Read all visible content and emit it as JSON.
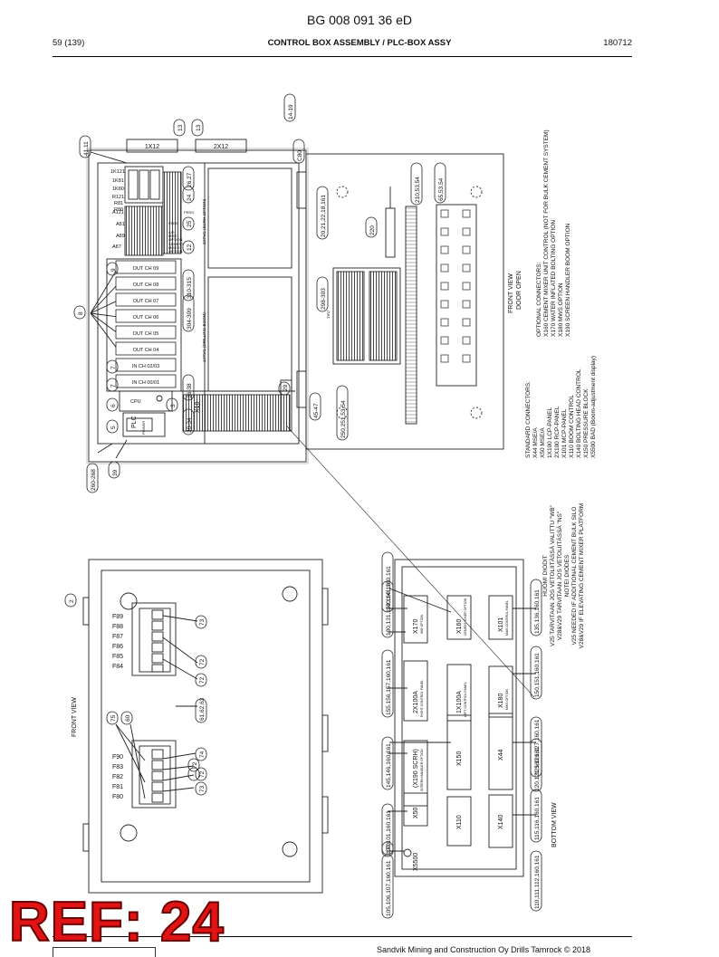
{
  "header": {
    "doc_number": "BG 008 091 36 eD",
    "page": "59 (139)",
    "title": "CONTROL BOX ASSEMBLY / PLC-BOX ASSY",
    "date": "180712"
  },
  "footer": {
    "copyright": "Sandvik Mining and Construction Oy Drills Tamrock © 2018"
  },
  "stamp": {
    "text": "REF: 24"
  },
  "callouts": {
    "c41_11": "41,11",
    "c13a": "13",
    "c13b": "13",
    "c14_19": "14-19",
    "c1x12": "1X12",
    "c2x12": "2X12",
    "c80": "C80",
    "c24": "24",
    "c26_27": "26,27",
    "c25": "25",
    "c12": "12",
    "c9": "9",
    "c8": "8",
    "c7a": "7",
    "c7b": "7",
    "c6": "6",
    "c5": "5",
    "c3": "3",
    "c310_315": "310-315",
    "c304_309": "304-309",
    "c36_38": "36-38",
    "c30_34": "30-34",
    "c29": "29",
    "c45_47": "45-47",
    "c20_161": "20,21,22,18,161",
    "c220": "220",
    "c210": "210,53,54",
    "c65": "65,53,54",
    "c298": "298-303",
    "c250": "250,251,53,54",
    "c39": "39",
    "c260": "260-268",
    "c2": "2",
    "c73a": "73",
    "c72a": "72",
    "c72b": "72",
    "c75": "75",
    "c60": "60",
    "c61": "61,62,63",
    "c74": "74",
    "c72c": "72",
    "c72d": "72",
    "c73b": "73",
    "c170": "170",
    "c140": "140,141,160,161",
    "c130": "130,131,132,160,161",
    "c135": "135,136,160,161",
    "c155": "155,156,157,160,161",
    "c150": "150,151,160,161",
    "c125": "125,126,127,160,161",
    "c145": "145,146,160,161",
    "c115": "115,116,160,161",
    "c120": "120,121,160,161",
    "c100": "100,101,160,161",
    "c105": "105,106,107,160,161",
    "c110": "110,111,112,160,161"
  },
  "plc_box": {
    "relays": [
      "1K121",
      "1K81",
      "1K80"
    ],
    "r_labels": [
      "R121",
      "R81",
      "R80"
    ],
    "a_labels": [
      "A121",
      "A81",
      "A89",
      "A87"
    ],
    "opt_labels": [
      "PERO",
      "FEED",
      "AIR",
      "MIST",
      "OPTION",
      "CEMENT",
      "MIXER",
      "OPTION"
    ],
    "channels": [
      "OUT CH 09",
      "OUT CH 08",
      "OUT CH 07",
      "OUT CH 06",
      "OUT CH 05",
      "OUT CH 04",
      "IN CH 02/03",
      "IN CH 00/01"
    ],
    "cpu": "CPU",
    "plc": "PLC",
    "power": "POWER",
    "x10": "X10",
    "mod_drill": "1YPVC (DRILLING BOOM)",
    "mod_scr": "2YPVC (SCRH OPTION)",
    "mod_1vu": "1VU"
  },
  "labels": {
    "front_view_open": "FRONT VIEW",
    "door_open": "DOOR OPEN",
    "front_view": "FRONT VIEW",
    "bottom_view": "BOTTOM VIEW"
  },
  "standard_connectors": {
    "heading": "STANDARD CONNECTORS:",
    "items": [
      "X44  MSE/A",
      "X50  MSE/A",
      "1X100 LCP-PANEL",
      "2X100 RCP-PANEL",
      "X101  MCP-PANEL",
      "X110  BOOM CONTROL",
      "X140  BOLTING HEAD CONTROL",
      "X150  PRESSURE BLOCK",
      "X5500 BAD (Boom-adjustment display)"
    ]
  },
  "optional_connectors": {
    "heading": "OPTIONAL CONNECTORS:",
    "items": [
      "X160 CEMENT MIXER UNIT CONTROL (NOT FOR BULK CEMENT SYSTEM)",
      "X170 WATER INFLATED BOLTING OPTION",
      "X180 MWS OPTION",
      "X190 SCREEN HANDLER BOOM OPTION"
    ]
  },
  "notes": [
    "HUOM! DIODIT",
    "V25 TARVITAAN JOS VETOLIITÄSSÄ VALITTU \"WB\"",
    "V28&V29 TARVITAAN JOS VETOLIITÄSSÄ \"NS\"",
    "NOTE! DIODES",
    "V25 NEEDED IF ADDITIONAL CEMENT BULK SILO",
    "V28&V29 IF ELEVATING CEMENT MIXER PLATFORM"
  ],
  "fuses": {
    "upper": [
      "F89",
      "F88",
      "F87",
      "F86",
      "F85",
      "F84"
    ],
    "lower": [
      "F90",
      "F83",
      "F82",
      "F81",
      "F80"
    ]
  },
  "connectors": {
    "x170": "X170",
    "x170_sub": "WIB OPTION",
    "x160": "X160",
    "x160_sub": "CEMENT MIXER OPTION",
    "x101": "X101",
    "x101_sub": "MAIN CONTROL PANEL",
    "x2x100": "2X100A",
    "x2x100_sub": "RIGHT CONTROL PANEL",
    "x1x100": "1X100A",
    "x1x100_sub": "LEFT CONTROL PANEL",
    "x180": "X180",
    "x180_sub": "MWS OPTION",
    "x190": "(X190 SCRH)",
    "x190_sub": "SCREEN HANDLER OPTION",
    "x150": "X150",
    "x44": "X44",
    "x50": "X50",
    "x110": "X110",
    "x140": "X140",
    "x5500": "X5500"
  }
}
